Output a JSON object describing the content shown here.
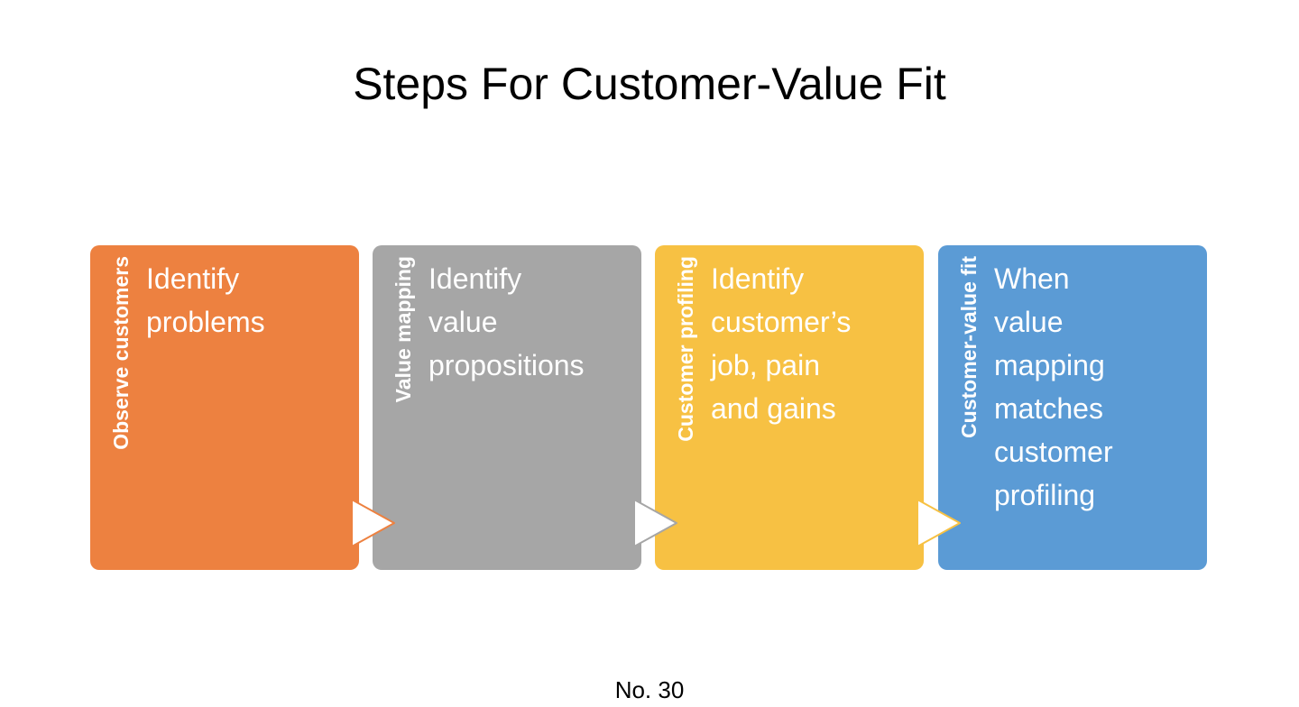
{
  "slide": {
    "title": "Steps For Customer-Value Fit",
    "page_number": "No. 30",
    "background_color": "#FFFFFF",
    "text_color": "#000000"
  },
  "steps": [
    {
      "label": "Observe customers",
      "text": "Identify problems",
      "lines": [
        "Identify",
        "problems"
      ],
      "color": "#ED8140",
      "text_color": "#FFFFFF"
    },
    {
      "label": "Value mapping",
      "text": "Identify value propositions",
      "lines": [
        "Identify",
        "value",
        "propositions"
      ],
      "color": "#A6A6A6",
      "text_color": "#FFFFFF"
    },
    {
      "label": "Customer profiling",
      "text": "Identify customer’s job, pain and gains",
      "lines": [
        "Identify",
        "customer’s",
        "job, pain",
        "and gains"
      ],
      "color": "#F7C143",
      "text_color": "#FFFFFF"
    },
    {
      "label": "Customer-value fit",
      "text": "When value mapping matches customer profiling",
      "lines": [
        "When",
        "value",
        "mapping",
        "matches",
        "customer",
        "profiling"
      ],
      "color": "#5B9BD5",
      "text_color": "#FFFFFF"
    }
  ],
  "arrows": {
    "fill": "#FFFFFF"
  }
}
